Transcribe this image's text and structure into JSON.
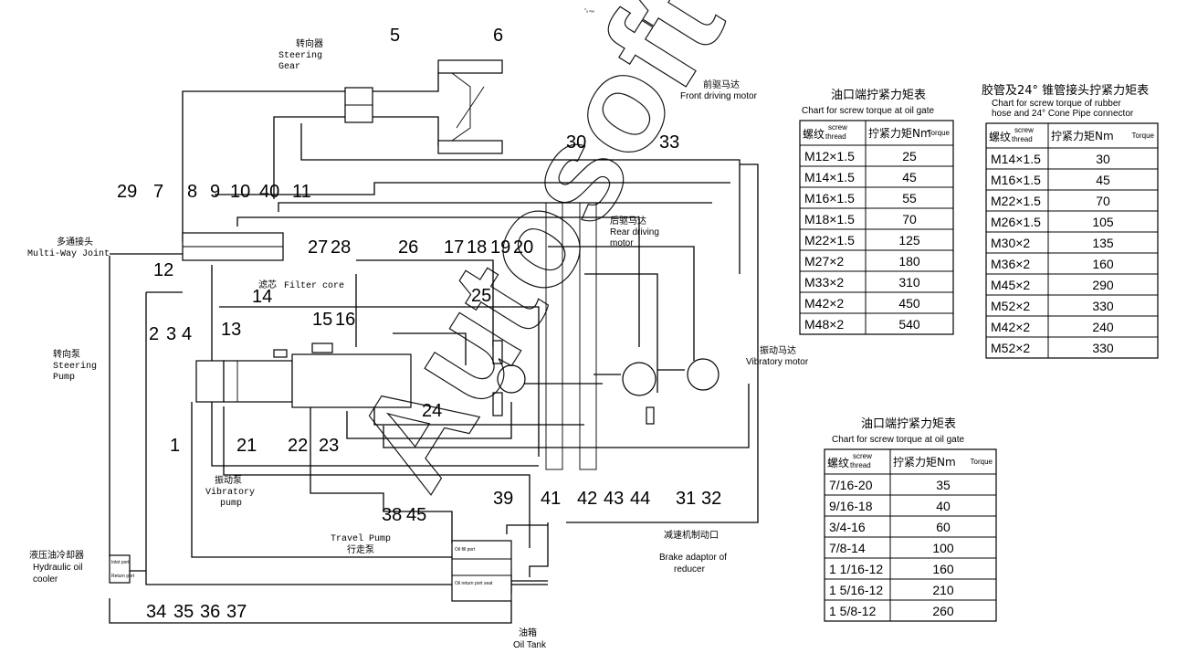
{
  "header": {
    "caption": "°ₐ ₙₑₑ"
  },
  "callouts": [
    "1",
    "2",
    "3",
    "4",
    "5",
    "6",
    "7",
    "8",
    "9",
    "10",
    "11",
    "12",
    "13",
    "14",
    "15",
    "16",
    "17",
    "18",
    "19",
    "20",
    "21",
    "22",
    "23",
    "24",
    "25",
    "26",
    "27",
    "28",
    "29",
    "30",
    "31",
    "32",
    "33",
    "34",
    "35",
    "36",
    "37",
    "38",
    "39",
    "40",
    "41",
    "42",
    "43",
    "44",
    "45"
  ],
  "labels": {
    "steering_gear_cn": "转向器",
    "steering_gear_en1": "Steering",
    "steering_gear_en2": "Gear",
    "multiway_cn": "多通接头",
    "multiway_en": "Multi-Way Joint",
    "steering_pump_cn": "转向泵",
    "steering_pump_en1": "Steering",
    "steering_pump_en2": "Pump",
    "filter_cn": "滤芯",
    "filter_en": "Filter core",
    "vib_pump_cn": "振动泵",
    "vib_pump_en1": "Vibratory",
    "vib_pump_en2": "pump",
    "travel_pump_en": "Travel Pump",
    "travel_pump_cn": "行走泵",
    "cooler_cn": "液压油冷却器",
    "cooler_en1": "Hydraulic oil",
    "cooler_en2": "cooler",
    "front_motor_cn": "前驱马达",
    "front_motor_en": "Front driving motor",
    "rear_motor_cn": "后驱马达",
    "rear_motor_en1": "Rear driving",
    "rear_motor_en2": "motor",
    "vib_motor_cn": "振动马达",
    "vib_motor_en": "Vibratory motor",
    "brake_cn": "减速机制动口",
    "brake_en1": "Brake adaptor of",
    "brake_en2": "reducer",
    "tank_cn": "油箱",
    "tank_en": "Oil Tank",
    "oil_fill_port": "Oil fill port",
    "oil_return_port": "Oil return port seat",
    "inlet_port": "Inlet port",
    "return_port": "Return port"
  },
  "watermark": {
    "text": "Autosoft"
  },
  "table1": {
    "title_cn": "油口端拧紧力矩表",
    "title_en": "Chart for  screw torque at oil gate",
    "h_thread_cn": "螺纹",
    "h_thread_en1": "screw",
    "h_thread_en2": "thread",
    "h_torque_cn": "拧紧力矩Nm",
    "h_torque_en": "Torque",
    "rows": [
      [
        "M12×1.5",
        "25"
      ],
      [
        "M14×1.5",
        "45"
      ],
      [
        "M16×1.5",
        "55"
      ],
      [
        "M18×1.5",
        "70"
      ],
      [
        "M22×1.5",
        "125"
      ],
      [
        "M27×2",
        "180"
      ],
      [
        "M33×2",
        "310"
      ],
      [
        "M42×2",
        "450"
      ],
      [
        "M48×2",
        "540"
      ]
    ]
  },
  "table2": {
    "title_cn": "胶管及24° 锥管接头拧紧力矩表",
    "title_en1": "Chart for  screw torque of  rubber",
    "title_en2": "hose and 24° Cone Pipe connector",
    "h_thread_cn": "螺纹",
    "h_thread_en1": "screw",
    "h_thread_en2": "thread",
    "h_torque_cn": "拧紧力矩Nm",
    "h_torque_en": "Torque",
    "rows": [
      [
        "M14×1.5",
        "30"
      ],
      [
        "M16×1.5",
        "45"
      ],
      [
        "M22×1.5",
        "70"
      ],
      [
        "M26×1.5",
        "105"
      ],
      [
        "M30×2",
        "135"
      ],
      [
        "M36×2",
        "160"
      ],
      [
        "M45×2",
        "290"
      ],
      [
        "M52×2",
        "330"
      ],
      [
        "M42×2",
        "240"
      ],
      [
        "M52×2",
        "330"
      ]
    ]
  },
  "table3": {
    "title_cn": "油口端拧紧力矩表",
    "title_en": "Chart for  screw torque at oil gate",
    "h_thread_cn": "螺纹",
    "h_thread_en1": "screw",
    "h_thread_en2": "thread",
    "h_torque_cn": "拧紧力矩Nm",
    "h_torque_en": "Torque",
    "rows": [
      [
        "7/16-20",
        "35"
      ],
      [
        "9/16-18",
        "40"
      ],
      [
        "3/4-16",
        "60"
      ],
      [
        "7/8-14",
        "100"
      ],
      [
        "1 1/16-12",
        "160"
      ],
      [
        "1 5/16-12",
        "210"
      ],
      [
        "1 5/8-12",
        "260"
      ]
    ]
  }
}
